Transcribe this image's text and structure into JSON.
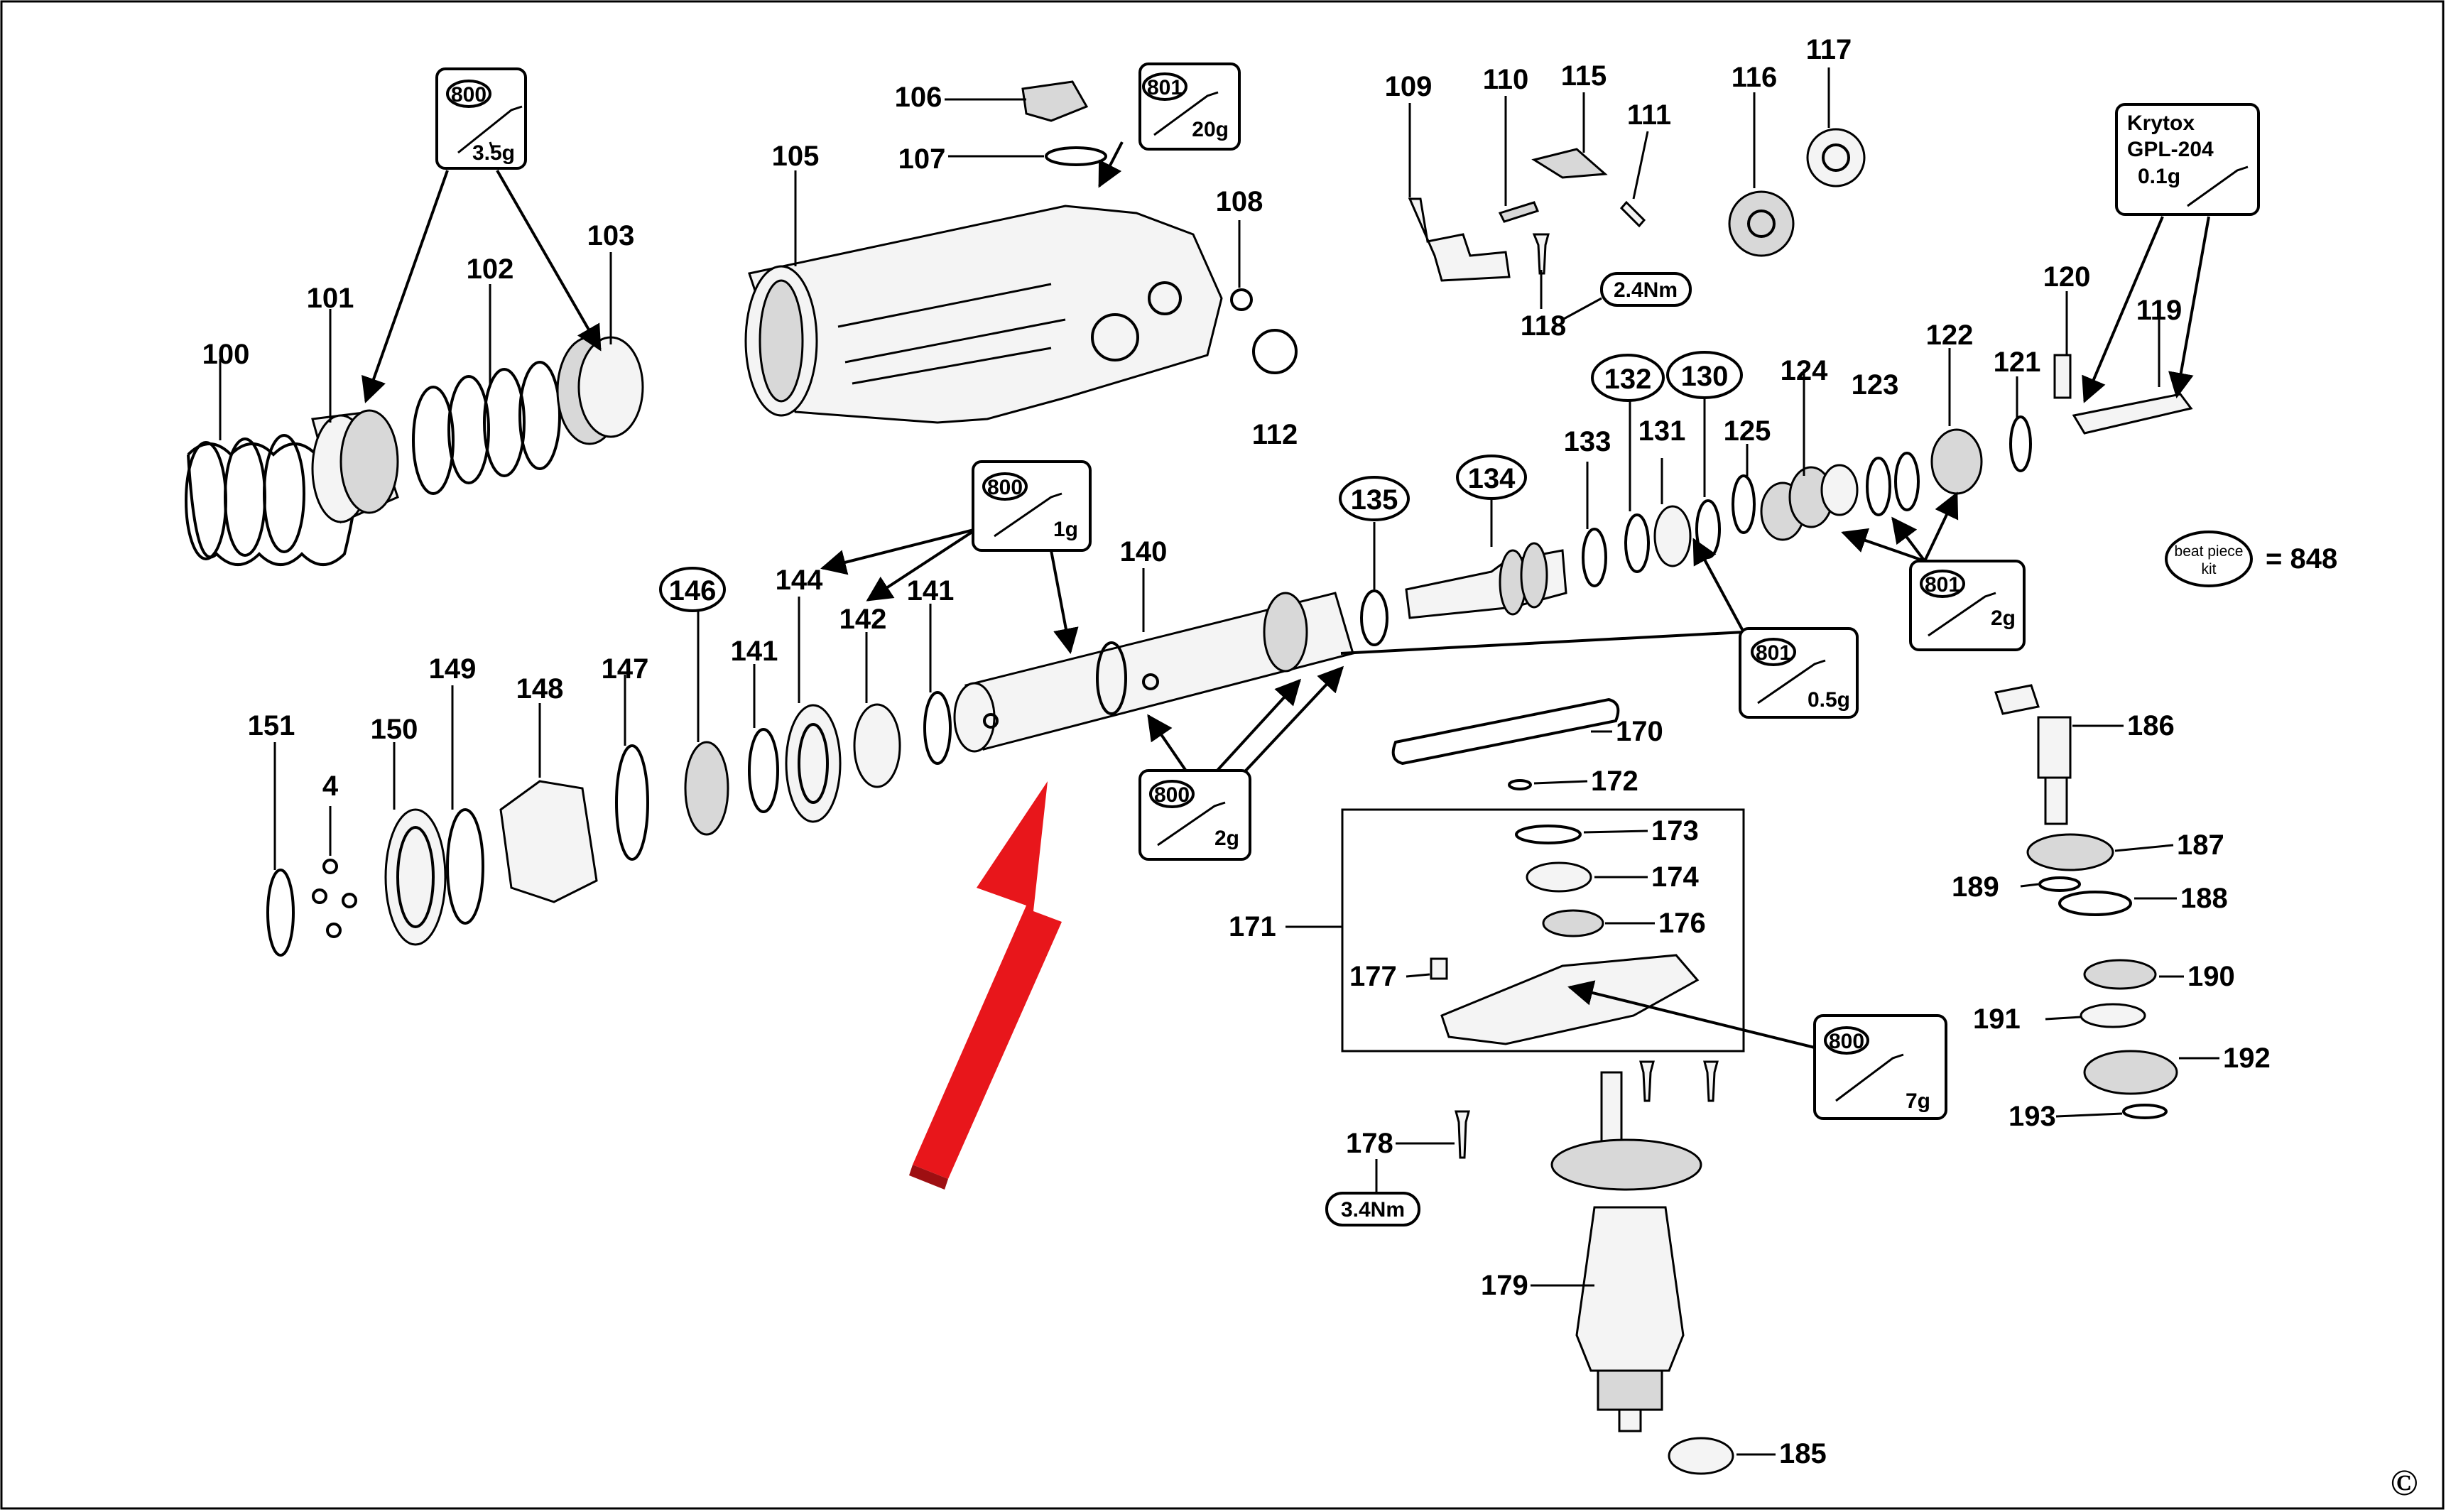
{
  "labels": {
    "p100": "100",
    "p101": "101",
    "p102": "102",
    "p103": "103",
    "p105": "105",
    "p106": "106",
    "p107": "107",
    "p108": "108",
    "p109": "109",
    "p110": "110",
    "p111": "111",
    "p112": "112",
    "p115": "115",
    "p116": "116",
    "p117": "117",
    "p118": "118",
    "p119": "119",
    "p120": "120",
    "p121": "121",
    "p122": "122",
    "p123": "123",
    "p124": "124",
    "p125": "125",
    "p130": "130",
    "p131": "131",
    "p132": "132",
    "p133": "133",
    "p134": "134",
    "p135": "135",
    "p140": "140",
    "p141a": "141",
    "p141b": "141",
    "p142": "142",
    "p144": "144",
    "p146": "146",
    "p147": "147",
    "p148": "148",
    "p149": "149",
    "p150": "150",
    "p151": "151",
    "p4": "4",
    "p170": "170",
    "p171": "171",
    "p172": "172",
    "p173": "173",
    "p174": "174",
    "p176": "176",
    "p177": "177",
    "p178": "178",
    "p179": "179",
    "p185": "185",
    "p186": "186",
    "p187": "187",
    "p188": "188",
    "p189": "189",
    "p190": "190",
    "p191": "191",
    "p192": "192",
    "p193": "193"
  },
  "torques": {
    "t118": "2.4Nm",
    "t178": "3.4Nm"
  },
  "grease_boxes": {
    "g1": {
      "code": "800",
      "amount": "3.5g"
    },
    "g2": {
      "code": "801",
      "amount": "20g"
    },
    "g3": {
      "code": "800",
      "amount": "1g"
    },
    "g4": {
      "code": "800",
      "amount": "2g"
    },
    "g5": {
      "code": "801",
      "amount": "0.5g"
    },
    "g6": {
      "code": "801",
      "amount": "2g"
    },
    "g7": {
      "code": "800",
      "amount": "7g"
    }
  },
  "krytox": {
    "line1": "Krytox",
    "line2": "GPL-204",
    "amount": "0.1g"
  },
  "kit": {
    "line1": "beat piece",
    "line2": "kit",
    "equals": "= 848"
  },
  "copyright": "©",
  "colors": {
    "arrow": "#e8161b",
    "ink": "#000000",
    "background": "#ffffff"
  }
}
